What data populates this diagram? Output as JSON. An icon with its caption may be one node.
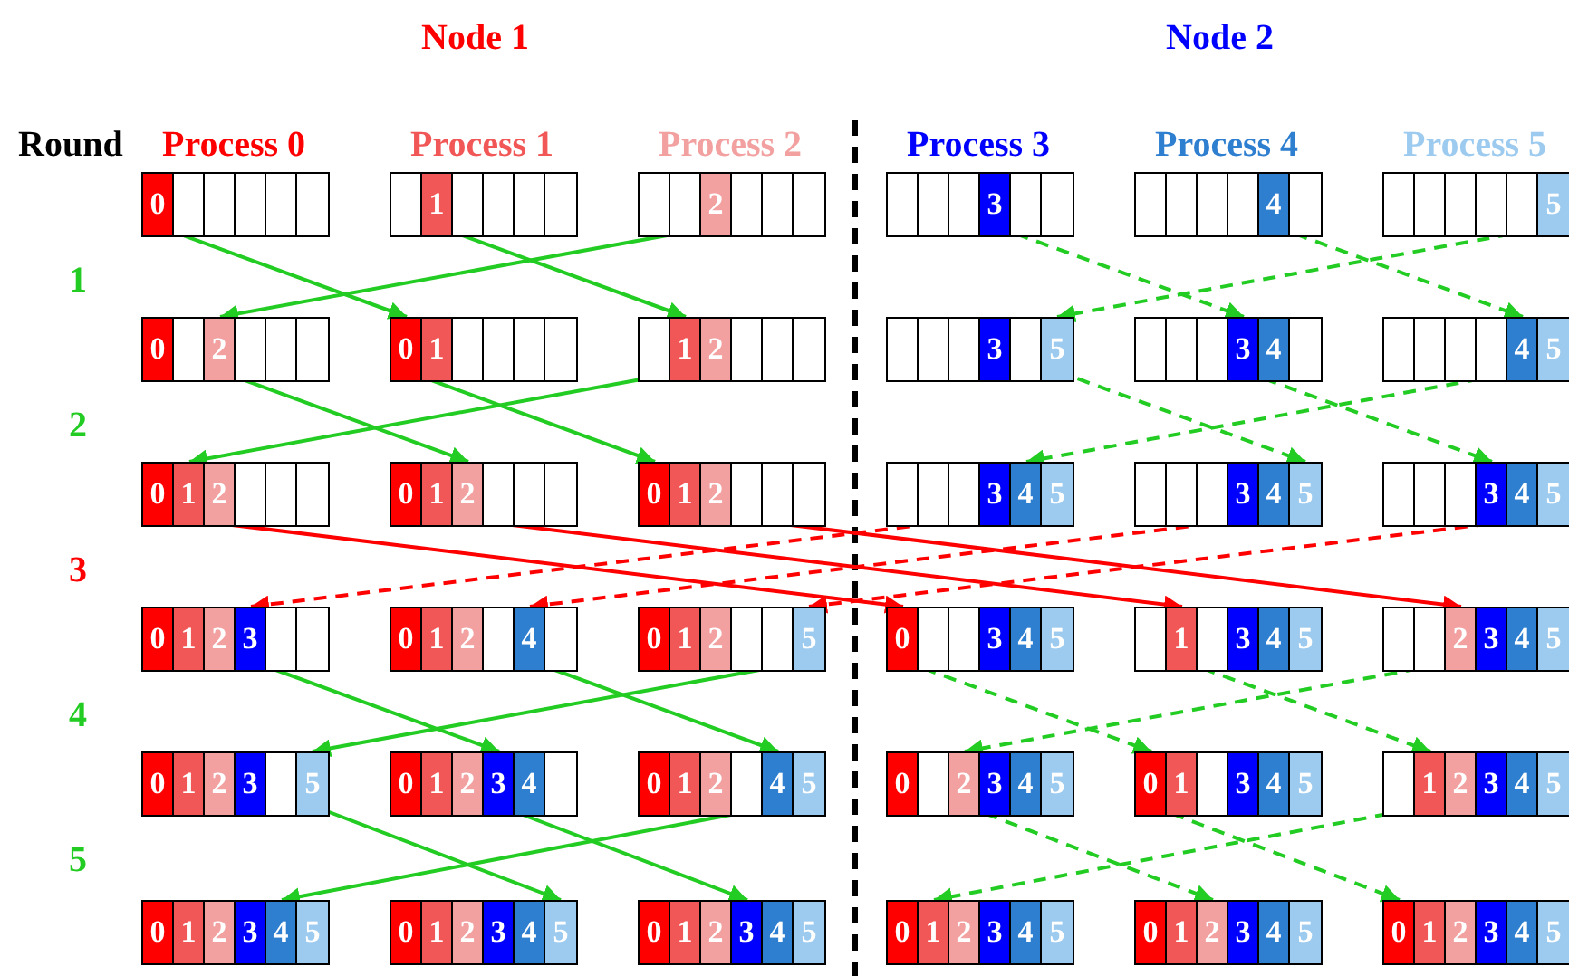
{
  "diagram": {
    "nodes": [
      {
        "text": [
          "0"
        ]
      },
      {
        "text": [
          "1"
        ]
      },
      {
        "text": [
          "2"
        ]
      },
      {
        "text": [
          "3"
        ]
      },
      {
        "text": [
          "4"
        ]
      },
      {
        "text": [
          "5"
        ]
      },
      {
        "text": [
          "0",
          "2"
        ]
      },
      {
        "text": [
          "0",
          "1"
        ]
      },
      {
        "text": [
          "1",
          "2"
        ]
      },
      {
        "text": [
          "3",
          "5"
        ]
      },
      {
        "text": [
          "3",
          "4"
        ]
      },
      {
        "text": [
          "4",
          "5"
        ]
      },
      {
        "text": [
          "0",
          "1",
          "2"
        ]
      },
      {
        "text": [
          "0",
          "1",
          "2"
        ]
      },
      {
        "text": [
          "0",
          "1",
          "2"
        ]
      },
      {
        "text": [
          "3",
          "4",
          "5"
        ]
      },
      {
        "text": [
          "3",
          "4",
          "5"
        ]
      },
      {
        "text": [
          "3",
          "4",
          "5"
        ]
      },
      {
        "text": [
          "0",
          "1",
          "2",
          "3"
        ]
      },
      {
        "text": [
          "0",
          "1",
          "2",
          "4"
        ]
      },
      {
        "text": [
          "0",
          "1",
          "2",
          "5"
        ]
      },
      {
        "text": [
          "0",
          "3",
          "4",
          "5"
        ]
      },
      {
        "text": [
          "1",
          "3",
          "4",
          "5"
        ]
      },
      {
        "text": [
          "2",
          "3",
          "4",
          "5"
        ]
      },
      {
        "text": [
          "0",
          "1",
          "2",
          "3",
          "5"
        ]
      },
      {
        "text": [
          "0",
          "1",
          "2",
          "3",
          "4"
        ]
      },
      {
        "text": [
          "0",
          "1",
          "2",
          "4",
          "5"
        ]
      },
      {
        "text": [
          "0",
          "2",
          "3",
          "4",
          "5"
        ]
      },
      {
        "text": [
          "0",
          "1",
          "3",
          "4",
          "5"
        ]
      },
      {
        "text": [
          "1",
          "2",
          "3",
          "4",
          "5"
        ]
      },
      {
        "text": [
          "0",
          "1",
          "2",
          "3",
          "4",
          "5"
        ]
      },
      {
        "text": [
          "0",
          "1",
          "2",
          "3",
          "4",
          "5"
        ]
      },
      {
        "text": [
          "0",
          "1",
          "2",
          "3",
          "4",
          "5"
        ]
      },
      {
        "text": [
          "0",
          "1",
          "2",
          "3",
          "4",
          "5"
        ]
      },
      {
        "text": [
          "0",
          "1",
          "2",
          "3",
          "4",
          "5"
        ]
      },
      {
        "text": [
          "0",
          "1",
          "2",
          "3",
          "4",
          "5"
        ]
      }
    ],
    "edges": [
      {
        "from": 0,
        "to": 7,
        "arrow": "to"
      },
      {
        "from": 1,
        "to": 8,
        "arrow": "to"
      },
      {
        "from": 2,
        "to": 6,
        "arrow": "to"
      },
      {
        "from": 3,
        "to": 10,
        "arrow": "to",
        "style": "dashed"
      },
      {
        "from": 4,
        "to": 11,
        "arrow": "to",
        "style": "dashed"
      },
      {
        "from": 5,
        "to": 9,
        "arrow": "to",
        "style": "dashed"
      },
      {
        "from": 6,
        "to": 13,
        "arrow": "to"
      },
      {
        "from": 7,
        "to": 14,
        "arrow": "to"
      },
      {
        "from": 8,
        "to": 12,
        "arrow": "to"
      },
      {
        "from": 9,
        "to": 16,
        "arrow": "to",
        "style": "dashed"
      },
      {
        "from": 10,
        "to": 17,
        "arrow": "to",
        "style": "dashed"
      },
      {
        "from": 11,
        "to": 15,
        "arrow": "to",
        "style": "dashed"
      },
      {
        "from": 12,
        "to": 21,
        "arrow": "to",
        "color": "#ff0000"
      },
      {
        "from": 13,
        "to": 22,
        "arrow": "to",
        "color": "#ff0000"
      },
      {
        "from": 14,
        "to": 23,
        "arrow": "to",
        "color": "#ff0000"
      },
      {
        "from": 15,
        "to": 18,
        "arrow": "to",
        "style": "dashed",
        "color": "#ff0000"
      },
      {
        "from": 16,
        "to": 19,
        "arrow": "to",
        "style": "dashed",
        "color": "#ff0000"
      },
      {
        "from": 17,
        "to": 20,
        "arrow": "to",
        "style": "dashed",
        "color": "#ff0000"
      },
      {
        "from": 18,
        "to": 25,
        "arrow": "to"
      },
      {
        "from": 19,
        "to": 26,
        "arrow": "to"
      },
      {
        "from": 20,
        "to": 24,
        "arrow": "to"
      },
      {
        "from": 21,
        "to": 28,
        "arrow": "to",
        "style": "dashed"
      },
      {
        "from": 22,
        "to": 29,
        "arrow": "to",
        "style": "dashed"
      },
      {
        "from": 23,
        "to": 27,
        "arrow": "to",
        "style": "dashed"
      },
      {
        "from": 24,
        "to": 31,
        "arrow": "to"
      },
      {
        "from": 25,
        "to": 32,
        "arrow": "to"
      },
      {
        "from": 26,
        "to": 30,
        "arrow": "to"
      },
      {
        "from": 27,
        "to": 34,
        "arrow": "to",
        "style": "dashed"
      },
      {
        "from": 28,
        "to": 35,
        "arrow": "to",
        "style": "dashed"
      },
      {
        "from": 29,
        "to": 33,
        "arrow": "to",
        "style": "dashed"
      }
    ],
    "labels": [
      "Node 1",
      "Node 2",
      "Round",
      "Process 0",
      "Process 1",
      "Process 2",
      "Process 3",
      "Process 4",
      "Process 5",
      "1",
      "2",
      "3",
      "4",
      "5"
    ]
  }
}
